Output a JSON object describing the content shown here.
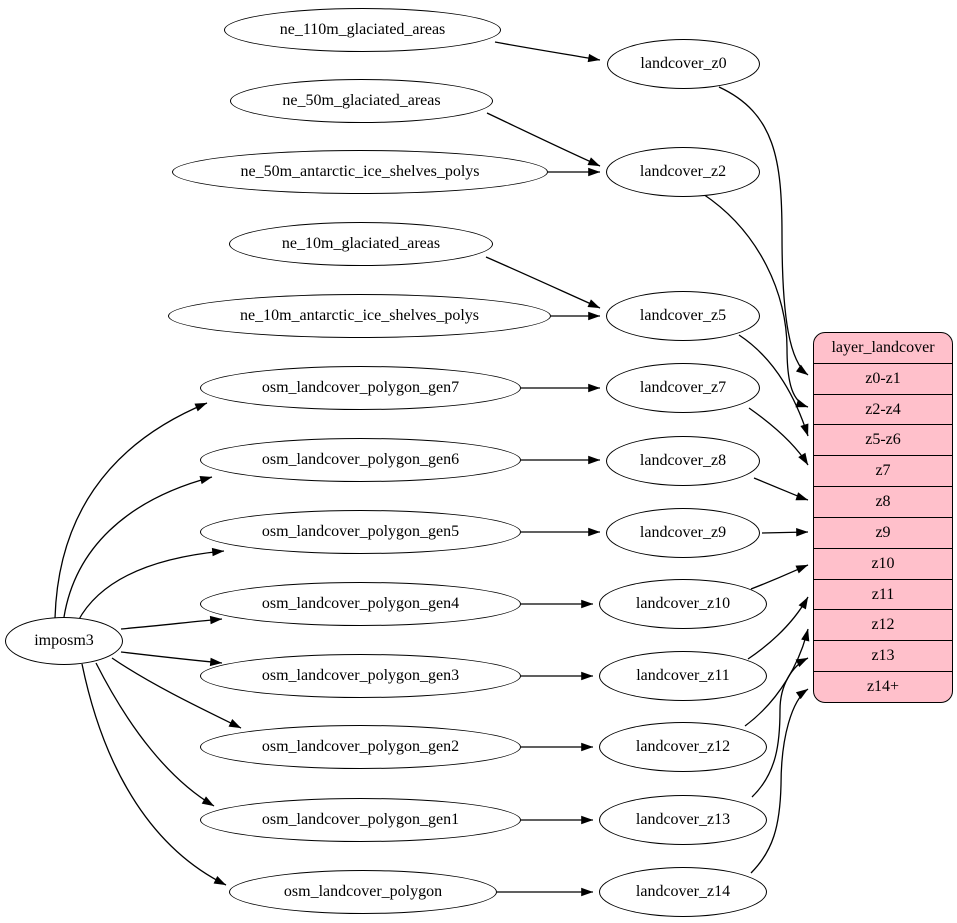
{
  "colors": {
    "background": "#ffffff",
    "node_fill": "#ffffff",
    "node_stroke": "#000000",
    "edge_color": "#000000",
    "table_fill": "#ffc0cb",
    "text_color": "#000000"
  },
  "nodes": [
    {
      "id": "imposm3",
      "label": "imposm3"
    },
    {
      "id": "ne_110m_glaciated_areas",
      "label": "ne_110m_glaciated_areas"
    },
    {
      "id": "ne_50m_glaciated_areas",
      "label": "ne_50m_glaciated_areas"
    },
    {
      "id": "ne_50m_antarctic_ice_shelves_polys",
      "label": "ne_50m_antarctic_ice_shelves_polys"
    },
    {
      "id": "ne_10m_glaciated_areas",
      "label": "ne_10m_glaciated_areas"
    },
    {
      "id": "ne_10m_antarctic_ice_shelves_polys",
      "label": "ne_10m_antarctic_ice_shelves_polys"
    },
    {
      "id": "osm_landcover_polygon_gen7",
      "label": "osm_landcover_polygon_gen7"
    },
    {
      "id": "osm_landcover_polygon_gen6",
      "label": "osm_landcover_polygon_gen6"
    },
    {
      "id": "osm_landcover_polygon_gen5",
      "label": "osm_landcover_polygon_gen5"
    },
    {
      "id": "osm_landcover_polygon_gen4",
      "label": "osm_landcover_polygon_gen4"
    },
    {
      "id": "osm_landcover_polygon_gen3",
      "label": "osm_landcover_polygon_gen3"
    },
    {
      "id": "osm_landcover_polygon_gen2",
      "label": "osm_landcover_polygon_gen2"
    },
    {
      "id": "osm_landcover_polygon_gen1",
      "label": "osm_landcover_polygon_gen1"
    },
    {
      "id": "osm_landcover_polygon",
      "label": "osm_landcover_polygon"
    },
    {
      "id": "landcover_z0",
      "label": "landcover_z0"
    },
    {
      "id": "landcover_z2",
      "label": "landcover_z2"
    },
    {
      "id": "landcover_z5",
      "label": "landcover_z5"
    },
    {
      "id": "landcover_z7",
      "label": "landcover_z7"
    },
    {
      "id": "landcover_z8",
      "label": "landcover_z8"
    },
    {
      "id": "landcover_z9",
      "label": "landcover_z9"
    },
    {
      "id": "landcover_z10",
      "label": "landcover_z10"
    },
    {
      "id": "landcover_z11",
      "label": "landcover_z11"
    },
    {
      "id": "landcover_z12",
      "label": "landcover_z12"
    },
    {
      "id": "landcover_z13",
      "label": "landcover_z13"
    },
    {
      "id": "landcover_z14",
      "label": "landcover_z14"
    }
  ],
  "table": {
    "title": "layer_landcover",
    "rows": [
      "z0-z1",
      "z2-z4",
      "z5-z6",
      "z7",
      "z8",
      "z9",
      "z10",
      "z11",
      "z12",
      "z13",
      "z14+"
    ]
  },
  "edges": [
    {
      "from": "ne_110m_glaciated_areas",
      "to": "landcover_z0"
    },
    {
      "from": "ne_50m_glaciated_areas",
      "to": "landcover_z2"
    },
    {
      "from": "ne_50m_antarctic_ice_shelves_polys",
      "to": "landcover_z2"
    },
    {
      "from": "ne_10m_glaciated_areas",
      "to": "landcover_z5"
    },
    {
      "from": "ne_10m_antarctic_ice_shelves_polys",
      "to": "landcover_z5"
    },
    {
      "from": "osm_landcover_polygon_gen7",
      "to": "landcover_z7"
    },
    {
      "from": "osm_landcover_polygon_gen6",
      "to": "landcover_z8"
    },
    {
      "from": "osm_landcover_polygon_gen5",
      "to": "landcover_z9"
    },
    {
      "from": "osm_landcover_polygon_gen4",
      "to": "landcover_z10"
    },
    {
      "from": "osm_landcover_polygon_gen3",
      "to": "landcover_z11"
    },
    {
      "from": "osm_landcover_polygon_gen2",
      "to": "landcover_z12"
    },
    {
      "from": "osm_landcover_polygon_gen1",
      "to": "landcover_z13"
    },
    {
      "from": "osm_landcover_polygon",
      "to": "landcover_z14"
    },
    {
      "from": "imposm3",
      "to": "osm_landcover_polygon_gen7"
    },
    {
      "from": "imposm3",
      "to": "osm_landcover_polygon_gen6"
    },
    {
      "from": "imposm3",
      "to": "osm_landcover_polygon_gen5"
    },
    {
      "from": "imposm3",
      "to": "osm_landcover_polygon_gen4"
    },
    {
      "from": "imposm3",
      "to": "osm_landcover_polygon_gen3"
    },
    {
      "from": "imposm3",
      "to": "osm_landcover_polygon_gen2"
    },
    {
      "from": "imposm3",
      "to": "osm_landcover_polygon_gen1"
    },
    {
      "from": "imposm3",
      "to": "osm_landcover_polygon"
    },
    {
      "from": "landcover_z0",
      "to": "layer_landcover.z0-z1"
    },
    {
      "from": "landcover_z2",
      "to": "layer_landcover.z2-z4"
    },
    {
      "from": "landcover_z5",
      "to": "layer_landcover.z5-z6"
    },
    {
      "from": "landcover_z7",
      "to": "layer_landcover.z7"
    },
    {
      "from": "landcover_z8",
      "to": "layer_landcover.z8"
    },
    {
      "from": "landcover_z9",
      "to": "layer_landcover.z9"
    },
    {
      "from": "landcover_z10",
      "to": "layer_landcover.z10"
    },
    {
      "from": "landcover_z11",
      "to": "layer_landcover.z11"
    },
    {
      "from": "landcover_z12",
      "to": "layer_landcover.z12"
    },
    {
      "from": "landcover_z13",
      "to": "layer_landcover.z13"
    },
    {
      "from": "landcover_z14",
      "to": "layer_landcover.z14+"
    }
  ]
}
